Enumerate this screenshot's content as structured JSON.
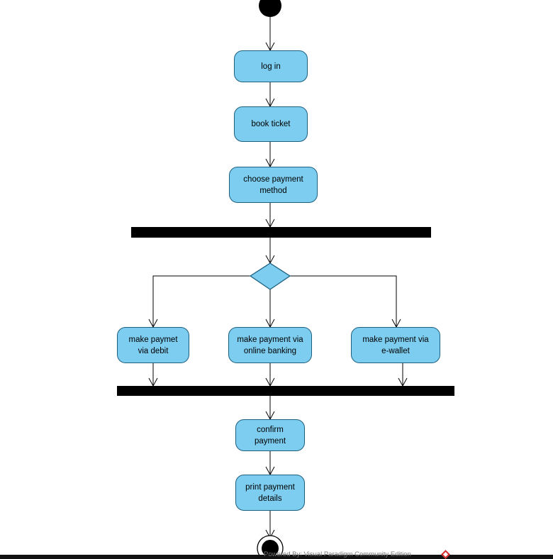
{
  "diagram": {
    "type": "uml-activity",
    "actions": {
      "login": "log in",
      "book_ticket": "book ticket",
      "choose_payment": "choose payment\nmethod",
      "pay_debit": "make paymet\nvia debit",
      "pay_online": "make payment via\nonline banking",
      "pay_ewallet": "make payment via\ne-wallet",
      "confirm_payment": "confirm\npayment",
      "print_details": "print payment\ndetails"
    },
    "watermark": "Powered By: Visual Paradigm Community Edition"
  },
  "colors": {
    "action_fill": "#7ccdf0",
    "action_border": "#1d5f7e",
    "bar": "#000000",
    "edge": "#000000",
    "decision_fill": "#7ccdf0",
    "watermark_icon": "#d62b2b"
  }
}
